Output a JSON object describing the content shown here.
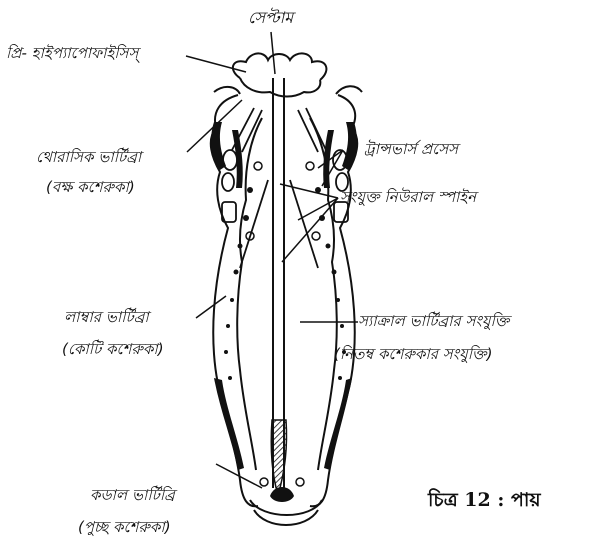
{
  "labels": {
    "septum": "সেপ্টাম",
    "pre_hypapophysis": "প্রি- হাইপ্যাপোফাইসিস্",
    "thoracic": "থোরাসিক ভার্টিব্রা",
    "thoracic_bn": "(বক্ষ কশেরুকা)",
    "transverse": "ট্রান্সভার্স প্রসেস",
    "neural_spine": "সংযুক্ত নিউরাল স্পাইন",
    "lumbar": "লাম্বার ভার্টিব্রা",
    "lumbar_bn": "(কোটি কশেরুকা)",
    "sacral": "স্যাক্রাল ভার্টিব্রার সংযুক্তি",
    "sacral_bn": "(নিতম্ব কশেরুকার সংযুক্তি)",
    "caudal": "কডাল ভার্টিব্রি",
    "caudal_bn": "(পুচ্ছ কশেরুকা)"
  },
  "caption": "চিত্র 12 : পায়"
}
